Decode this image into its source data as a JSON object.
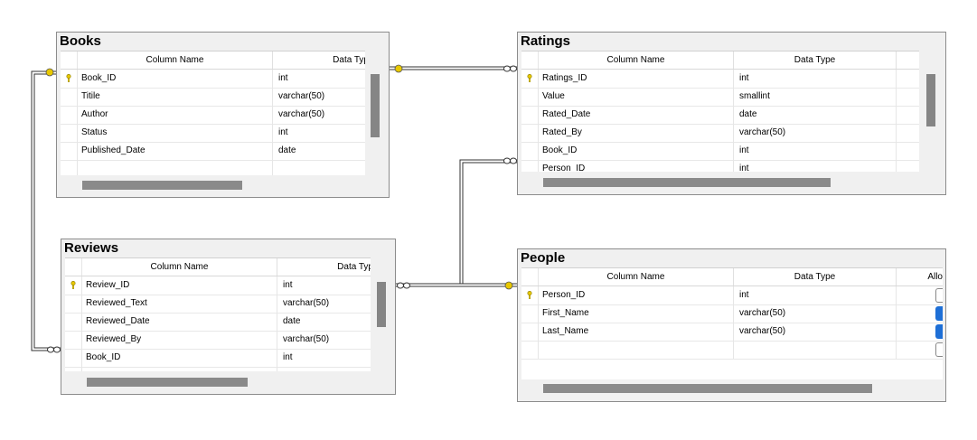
{
  "tables": {
    "books": {
      "title": "Books",
      "col_name_header": "Column Name",
      "data_type_header": "Data Typ",
      "rows": [
        {
          "name": "Book_ID",
          "type": "int",
          "key": true
        },
        {
          "name": "Titile",
          "type": "varchar(50)",
          "key": false
        },
        {
          "name": "Author",
          "type": "varchar(50)",
          "key": false
        },
        {
          "name": "Status",
          "type": "int",
          "key": false
        },
        {
          "name": "Published_Date",
          "type": "date",
          "key": false
        }
      ]
    },
    "ratings": {
      "title": "Ratings",
      "col_name_header": "Column Name",
      "data_type_header": "Data Type",
      "rows": [
        {
          "name": "Ratings_ID",
          "type": "int",
          "key": true
        },
        {
          "name": "Value",
          "type": "smallint",
          "key": false
        },
        {
          "name": "Rated_Date",
          "type": "date",
          "key": false
        },
        {
          "name": "Rated_By",
          "type": "varchar(50)",
          "key": false
        },
        {
          "name": "Book_ID",
          "type": "int",
          "key": false
        },
        {
          "name": "Person_ID",
          "type": "int",
          "key": false
        }
      ]
    },
    "reviews": {
      "title": "Reviews",
      "col_name_header": "Column Name",
      "data_type_header": "Data Typ",
      "rows": [
        {
          "name": "Review_ID",
          "type": "int",
          "key": true
        },
        {
          "name": "Reviewed_Text",
          "type": "varchar(50)",
          "key": false
        },
        {
          "name": "Reviewed_Date",
          "type": "date",
          "key": false
        },
        {
          "name": "Reviewed_By",
          "type": "varchar(50)",
          "key": false
        },
        {
          "name": "Book_ID",
          "type": "int",
          "key": false
        }
      ]
    },
    "people": {
      "title": "People",
      "col_name_header": "Column Name",
      "data_type_header": "Data Type",
      "allow_header": "Allo",
      "rows": [
        {
          "name": "Person_ID",
          "type": "int",
          "key": true,
          "allow_nulls": false
        },
        {
          "name": "First_Name",
          "type": "varchar(50)",
          "key": false,
          "allow_nulls": true
        },
        {
          "name": "Last_Name",
          "type": "varchar(50)",
          "key": false,
          "allow_nulls": true
        }
      ]
    }
  },
  "relationships": [
    {
      "from": "Books",
      "to": "Ratings"
    },
    {
      "from": "Books",
      "to": "Reviews"
    },
    {
      "from": "People",
      "to": "Reviews"
    },
    {
      "from": "People",
      "to": "Ratings"
    }
  ],
  "colors": {
    "key_icon": "#e8c800",
    "connector": "#333333",
    "scroll_thumb": "#858585",
    "checked": "#1e6fd6"
  }
}
